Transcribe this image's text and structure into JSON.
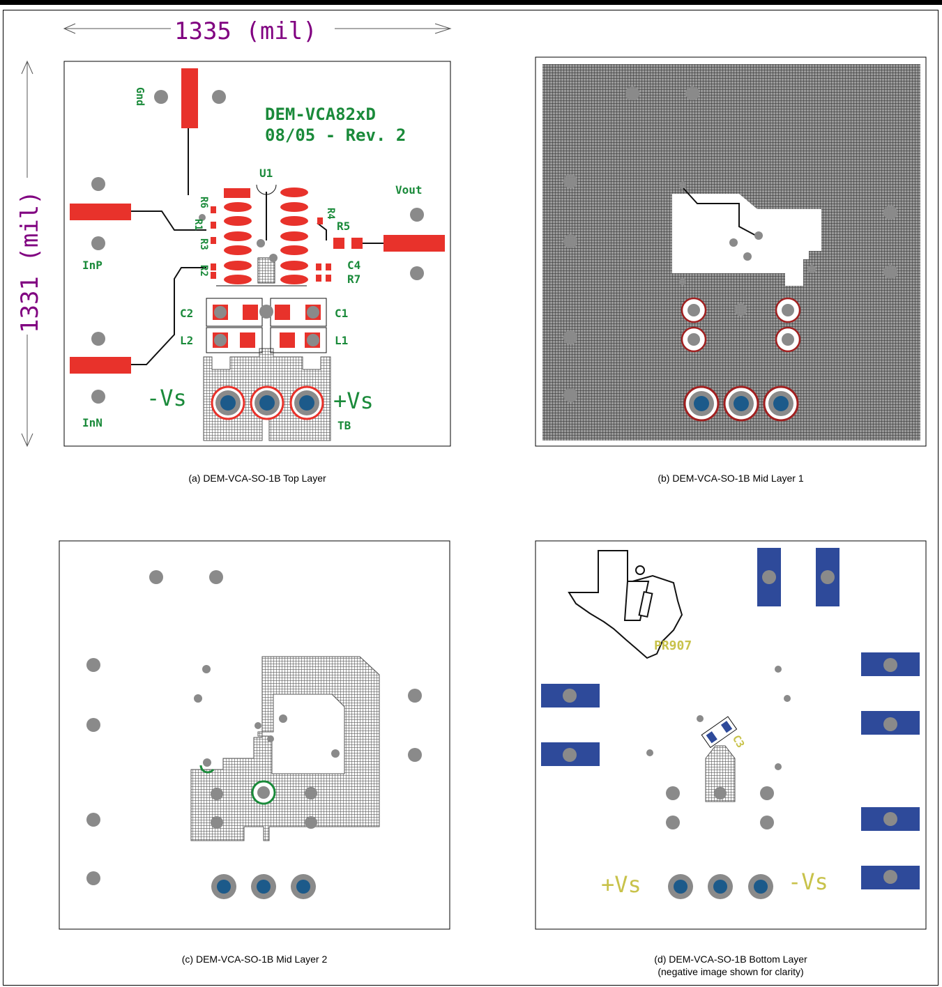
{
  "dimensions": {
    "width_label": "1335 (mil)",
    "height_label": "1331 (mil)"
  },
  "panels": {
    "a": {
      "caption": "(a) DEM-VCA-SO-1B Top Layer",
      "board_title_1": "DEM-VCA82xD",
      "board_title_2": "08/05 - Rev. 2",
      "labels": {
        "gnd": "Gnd",
        "u1": "U1",
        "vout": "Vout",
        "inp": "InP",
        "inn": "InN",
        "r6": "R6",
        "r1": "R1",
        "r3": "R3",
        "r2": "R2",
        "r4": "R4",
        "r5": "R5",
        "c4": "C4",
        "r7": "R7",
        "c2": "C2",
        "c1": "C1",
        "l2": "L2",
        "l1": "L1",
        "neg_vs": "-Vs",
        "pos_vs": "+Vs",
        "tb": "TB"
      }
    },
    "b": {
      "caption": "(b) DEM-VCA-SO-1B Mid Layer 1"
    },
    "c": {
      "caption": "(c) DEM-VCA-SO-1B Mid Layer 2"
    },
    "d": {
      "caption_1": "(d) DEM-VCA-SO-1B Bottom Layer",
      "caption_2": "(negative image shown for clarity)",
      "labels": {
        "pr": "PR907",
        "c3": "C3",
        "pos_vs": "+Vs",
        "neg_vs": "-Vs"
      }
    }
  },
  "colors": {
    "copper_red": "#e8322b",
    "silk_green": "#1a8a3a",
    "bottom_blue": "#2e4a9a",
    "bottom_silk": "#c8c24a",
    "dim_purple": "#800080",
    "hatch_gray": "#6e6e6e"
  }
}
